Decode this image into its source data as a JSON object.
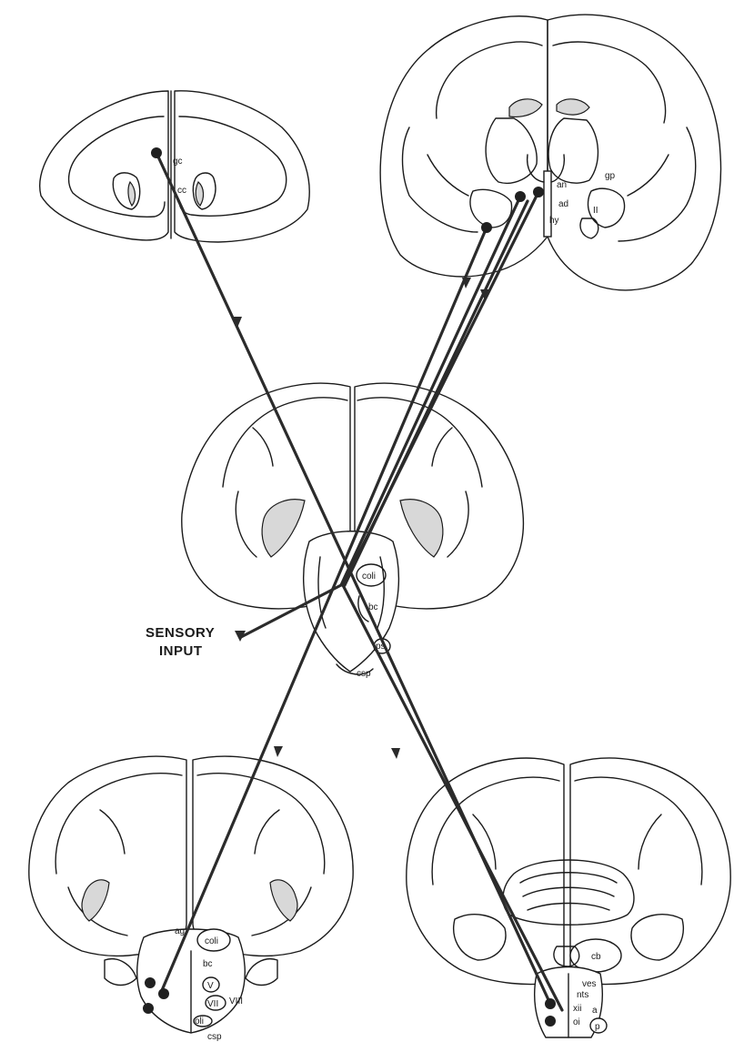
{
  "labels": {
    "sensory_input_line1": "SENSORY",
    "sensory_input_line2": "INPUT",
    "s1_gc": "gc",
    "s1_cc": "cc",
    "s2_an": "an",
    "s2_ad": "ad",
    "s2_gp": "gp",
    "s2_ll": "II",
    "s2_hy": "hy",
    "s3_coli": "coli",
    "s3_bc": "bc",
    "s3_ps": "ps",
    "s3_csp": "csp",
    "s4_ag": "ag",
    "s4_coli": "coli",
    "s4_bc": "bc",
    "s4_v": "V",
    "s4_vii": "VII",
    "s4_viii": "VIII",
    "s4_oli": "oli",
    "s4_csp": "csp",
    "s5_cb": "cb",
    "s5_ves": "ves",
    "s5_nts": "nts",
    "s5_xii": "xii",
    "s5_oi": "oi",
    "s5_a": "a",
    "s5_p": "p"
  }
}
